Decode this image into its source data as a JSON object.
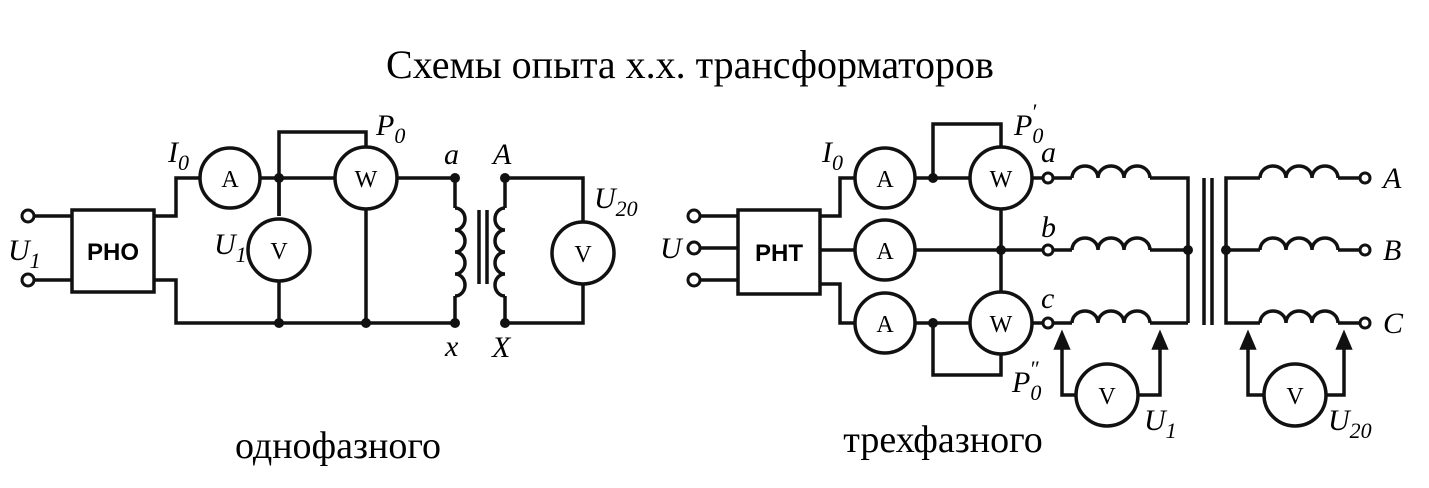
{
  "title": "Схемы опыта х.х. трансформаторов",
  "single_phase": {
    "caption": "однофазного",
    "regulator_label": "РНО",
    "input_voltage": "U",
    "input_voltage_sub": "1",
    "ammeter_current": "I",
    "ammeter_current_sub": "0",
    "ammeter_symbol": "A",
    "wattmeter_power": "P",
    "wattmeter_power_sub": "0",
    "wattmeter_symbol": "W",
    "voltmeter_primary": "U",
    "voltmeter_primary_sub": "1",
    "voltmeter_symbol": "V",
    "voltmeter_secondary": "U",
    "voltmeter_secondary_sub": "20",
    "term_a": "a",
    "term_x": "x",
    "term_A": "A",
    "term_X": "X"
  },
  "three_phase": {
    "caption": "трехфазного",
    "regulator_label": "РНТ",
    "input_voltage": "U",
    "ammeter_current": "I",
    "ammeter_current_sub": "0",
    "ammeter_symbol": "A",
    "wattmeter_symbol": "W",
    "wattmeter1_power": "P",
    "wattmeter1_sub": "0",
    "wattmeter1_prime": "′",
    "wattmeter2_power": "P",
    "wattmeter2_sub": "0",
    "wattmeter2_prime": "″",
    "voltmeter_symbol": "V",
    "voltmeter_primary": "U",
    "voltmeter_primary_sub": "1",
    "voltmeter_secondary": "U",
    "voltmeter_secondary_sub": "20",
    "term_a": "a",
    "term_b": "b",
    "term_c": "c",
    "term_A": "A",
    "term_B": "B",
    "term_C": "C"
  }
}
